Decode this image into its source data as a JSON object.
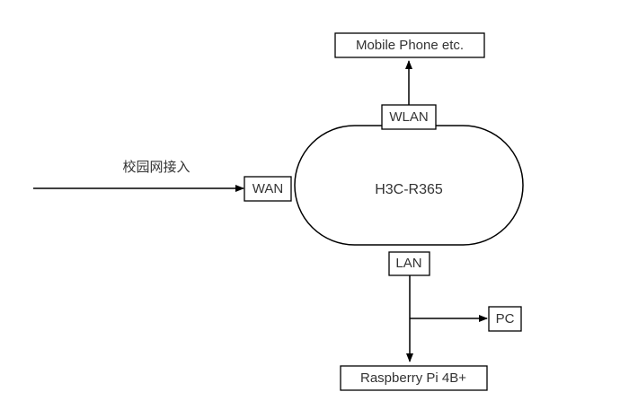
{
  "router": {
    "label": "H3C-R365"
  },
  "ports": {
    "wan": "WAN",
    "wlan": "WLAN",
    "lan": "LAN"
  },
  "devices": {
    "mobile": "Mobile Phone etc.",
    "pc": "PC",
    "raspberry": "Raspberry Pi 4B+"
  },
  "uplink": {
    "label": "校园网接入"
  },
  "colors": {
    "stroke": "#000000",
    "text": "#333333",
    "background": "#ffffff"
  }
}
